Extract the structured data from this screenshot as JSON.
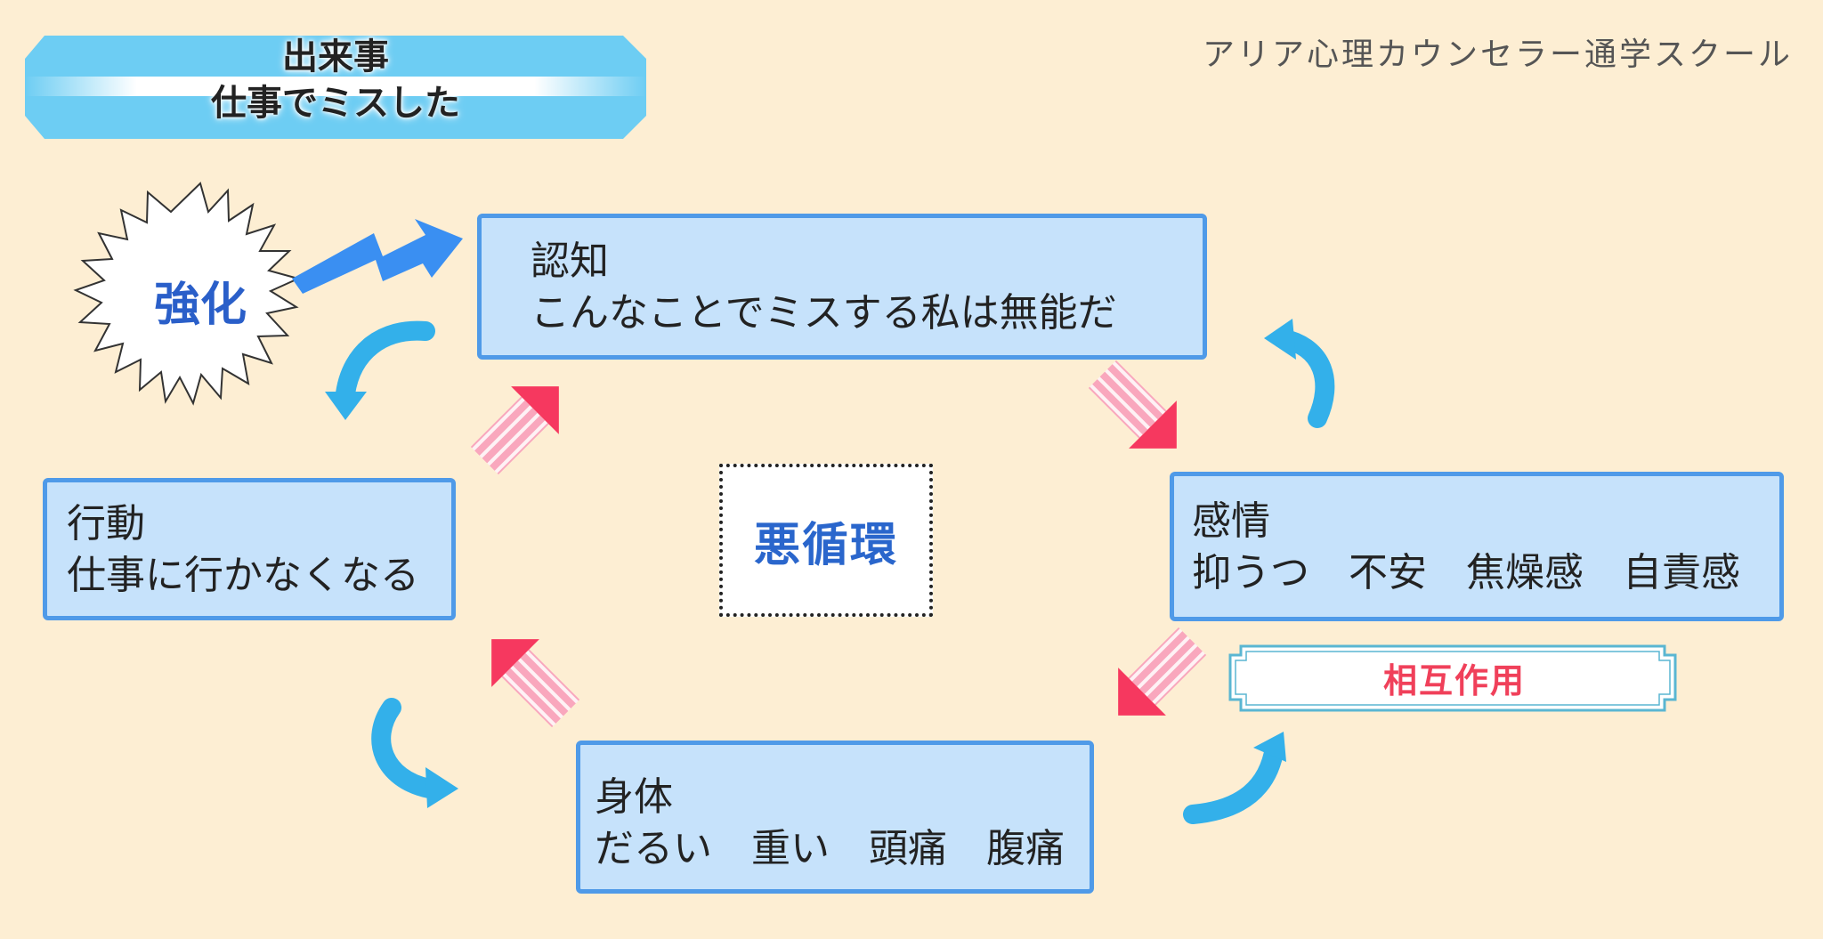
{
  "brand": "アリア心理カウンセラー通学スクール",
  "event": {
    "line1": "出来事",
    "line2": "仕事でミスした"
  },
  "nodes": {
    "ninchi": {
      "label": "認知",
      "content": "こんなことでミスする私は無能だ"
    },
    "koudou": {
      "label": "行動",
      "content": "仕事に行かなくなる"
    },
    "kanjou": {
      "label": "感情",
      "content": "抑うつ　不安　焦燥感　自責感"
    },
    "shintai": {
      "label": "身体",
      "content": "だるい　重い　頭痛　腹痛"
    }
  },
  "center_label": "悪循環",
  "reinforce_label": "強化",
  "interaction_label": "相互作用",
  "colors": {
    "background": "#fdeed3",
    "box_fill": "#c6e2fb",
    "box_border": "#4f9ae8",
    "cycle_arrow": "#33b0ea",
    "interaction_arrow_tip": "#f6385f",
    "interaction_arrow_stripes": "#f9a7bd",
    "center_text": "#2a66cc",
    "interaction_text": "#f0405a",
    "lightning": "#3a8ff2"
  }
}
